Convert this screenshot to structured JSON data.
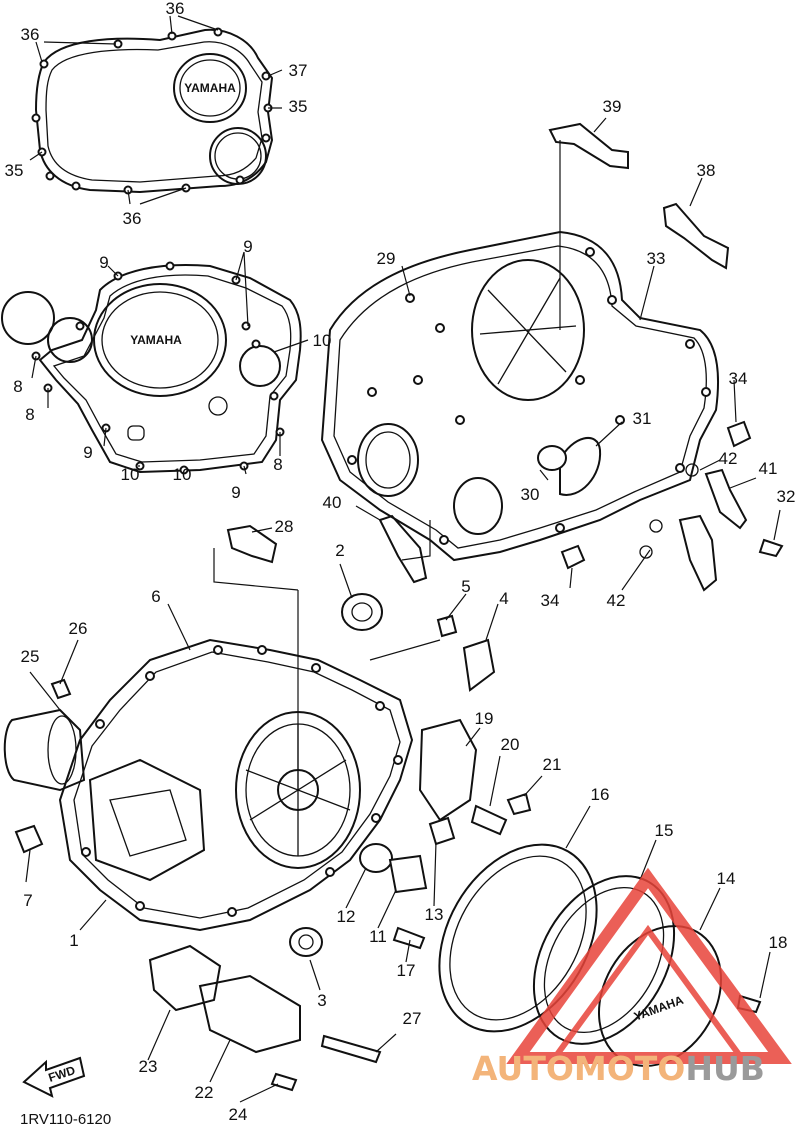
{
  "diagram": {
    "ref_code": "1RV110-6120",
    "brand_mark": "YAMAHA",
    "fwd_label": "FWD",
    "callouts": [
      {
        "id": "c36a",
        "label": "36"
      },
      {
        "id": "c36b",
        "label": "36"
      },
      {
        "id": "c37",
        "label": "37"
      },
      {
        "id": "c35a",
        "label": "35"
      },
      {
        "id": "c35b",
        "label": "35"
      },
      {
        "id": "c36c",
        "label": "36"
      },
      {
        "id": "c39",
        "label": "39"
      },
      {
        "id": "c38",
        "label": "38"
      },
      {
        "id": "c29",
        "label": "29"
      },
      {
        "id": "c33",
        "label": "33"
      },
      {
        "id": "c9a",
        "label": "9"
      },
      {
        "id": "c9b",
        "label": "9"
      },
      {
        "id": "c10a",
        "label": "10"
      },
      {
        "id": "c8a",
        "label": "8"
      },
      {
        "id": "c8b",
        "label": "8"
      },
      {
        "id": "c9c",
        "label": "9"
      },
      {
        "id": "c10b",
        "label": "10"
      },
      {
        "id": "c10c",
        "label": "10"
      },
      {
        "id": "c9d",
        "label": "9"
      },
      {
        "id": "c8c",
        "label": "8"
      },
      {
        "id": "c34a",
        "label": "34"
      },
      {
        "id": "c31",
        "label": "31"
      },
      {
        "id": "c42a",
        "label": "42"
      },
      {
        "id": "c41",
        "label": "41"
      },
      {
        "id": "c32",
        "label": "32"
      },
      {
        "id": "c30",
        "label": "30"
      },
      {
        "id": "c40",
        "label": "40"
      },
      {
        "id": "c28",
        "label": "28"
      },
      {
        "id": "c2",
        "label": "2"
      },
      {
        "id": "c34b",
        "label": "34"
      },
      {
        "id": "c42b",
        "label": "42"
      },
      {
        "id": "c6",
        "label": "6"
      },
      {
        "id": "c5",
        "label": "5"
      },
      {
        "id": "c4",
        "label": "4"
      },
      {
        "id": "c26",
        "label": "26"
      },
      {
        "id": "c25",
        "label": "25"
      },
      {
        "id": "c19",
        "label": "19"
      },
      {
        "id": "c20",
        "label": "20"
      },
      {
        "id": "c21",
        "label": "21"
      },
      {
        "id": "c16",
        "label": "16"
      },
      {
        "id": "c15",
        "label": "15"
      },
      {
        "id": "c14",
        "label": "14"
      },
      {
        "id": "c7",
        "label": "7"
      },
      {
        "id": "c12",
        "label": "12"
      },
      {
        "id": "c13",
        "label": "13"
      },
      {
        "id": "c11",
        "label": "11"
      },
      {
        "id": "c1",
        "label": "1"
      },
      {
        "id": "c18",
        "label": "18"
      },
      {
        "id": "c17",
        "label": "17"
      },
      {
        "id": "c3",
        "label": "3"
      },
      {
        "id": "c27",
        "label": "27"
      },
      {
        "id": "c23",
        "label": "23"
      },
      {
        "id": "c22",
        "label": "22"
      },
      {
        "id": "c24",
        "label": "24"
      }
    ]
  },
  "watermark": {
    "text_a": "AUTOMOTO",
    "text_b": "HUB",
    "color_a": "#f3b47a",
    "color_b": "#9a9a9a",
    "triangle_color": "#e8443a"
  }
}
